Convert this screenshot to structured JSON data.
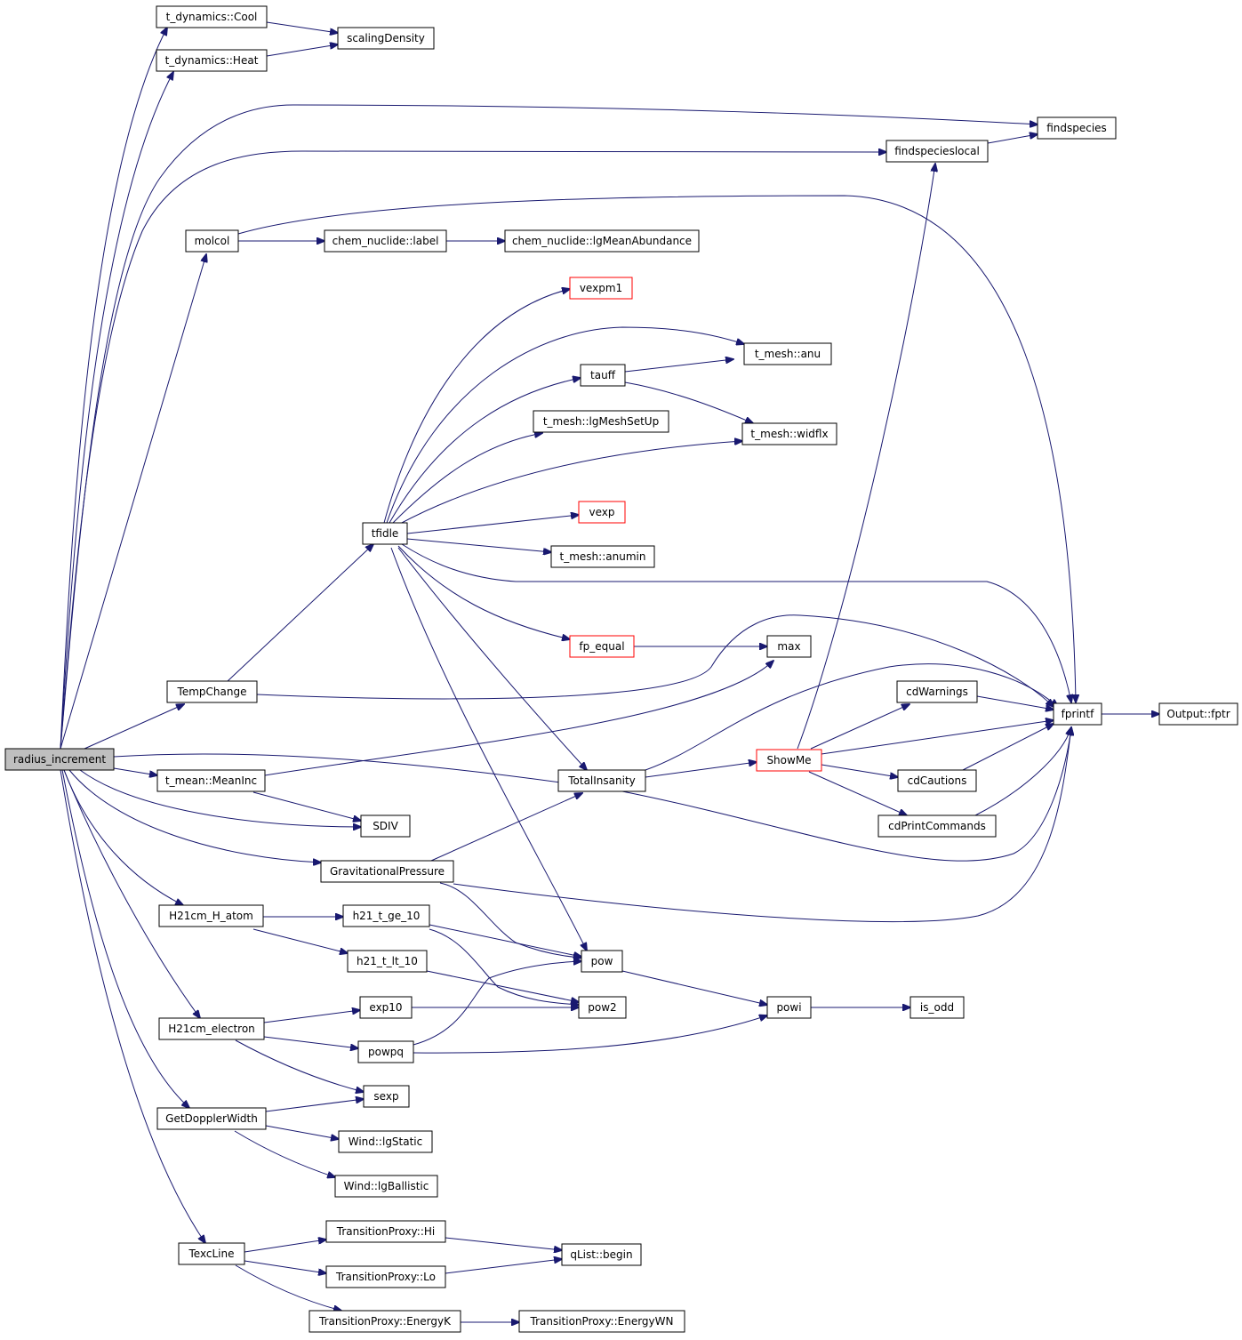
{
  "nodes": {
    "radius_increment": "radius_increment",
    "cool": "t_dynamics::Cool",
    "heat": "t_dynamics::Heat",
    "scalingDensity": "scalingDensity",
    "findspecies": "findspecies",
    "findspecieslocal": "findspecieslocal",
    "molcol": "molcol",
    "chem_label": "chem_nuclide::label",
    "chem_lgMean": "chem_nuclide::lgMeanAbundance",
    "vexpm1": "vexpm1",
    "anu": "t_mesh::anu",
    "tauff": "tauff",
    "lgMeshSetUp": "t_mesh::lgMeshSetUp",
    "widflx": "t_mesh::widflx",
    "vexp": "vexp",
    "tfidle": "tfidle",
    "anumin": "t_mesh::anumin",
    "fp_equal": "fp_equal",
    "max": "max",
    "TempChange": "TempChange",
    "cdWarnings": "cdWarnings",
    "fprintf": "fprintf",
    "fptr": "Output::fptr",
    "ShowMe": "ShowMe",
    "MeanInc": "t_mean::MeanInc",
    "TotalInsanity": "TotalInsanity",
    "cdCautions": "cdCautions",
    "SDIV": "SDIV",
    "cdPrintCommands": "cdPrintCommands",
    "GravitationalPressure": "GravitationalPressure",
    "H21cm_H_atom": "H21cm_H_atom",
    "h21_t_ge_10": "h21_t_ge_10",
    "h21_t_lt_10": "h21_t_lt_10",
    "pow": "pow",
    "pow2": "pow2",
    "exp10": "exp10",
    "powi": "powi",
    "is_odd": "is_odd",
    "H21cm_electron": "H21cm_electron",
    "powpq": "powpq",
    "sexp": "sexp",
    "GetDopplerWidth": "GetDopplerWidth",
    "lgStatic": "Wind::lgStatic",
    "lgBallistic": "Wind::lgBallistic",
    "TP_Hi": "TransitionProxy::Hi",
    "qList_begin": "qList::begin",
    "TexcLine": "TexcLine",
    "TP_Lo": "TransitionProxy::Lo",
    "TP_EnergyK": "TransitionProxy::EnergyK",
    "TP_EnergyWN": "TransitionProxy::EnergyWN"
  },
  "colors": {
    "edge": "#191970",
    "node_border": "#000000",
    "root_fill": "#bfbfbf",
    "truncated_border": "#ff0000"
  }
}
